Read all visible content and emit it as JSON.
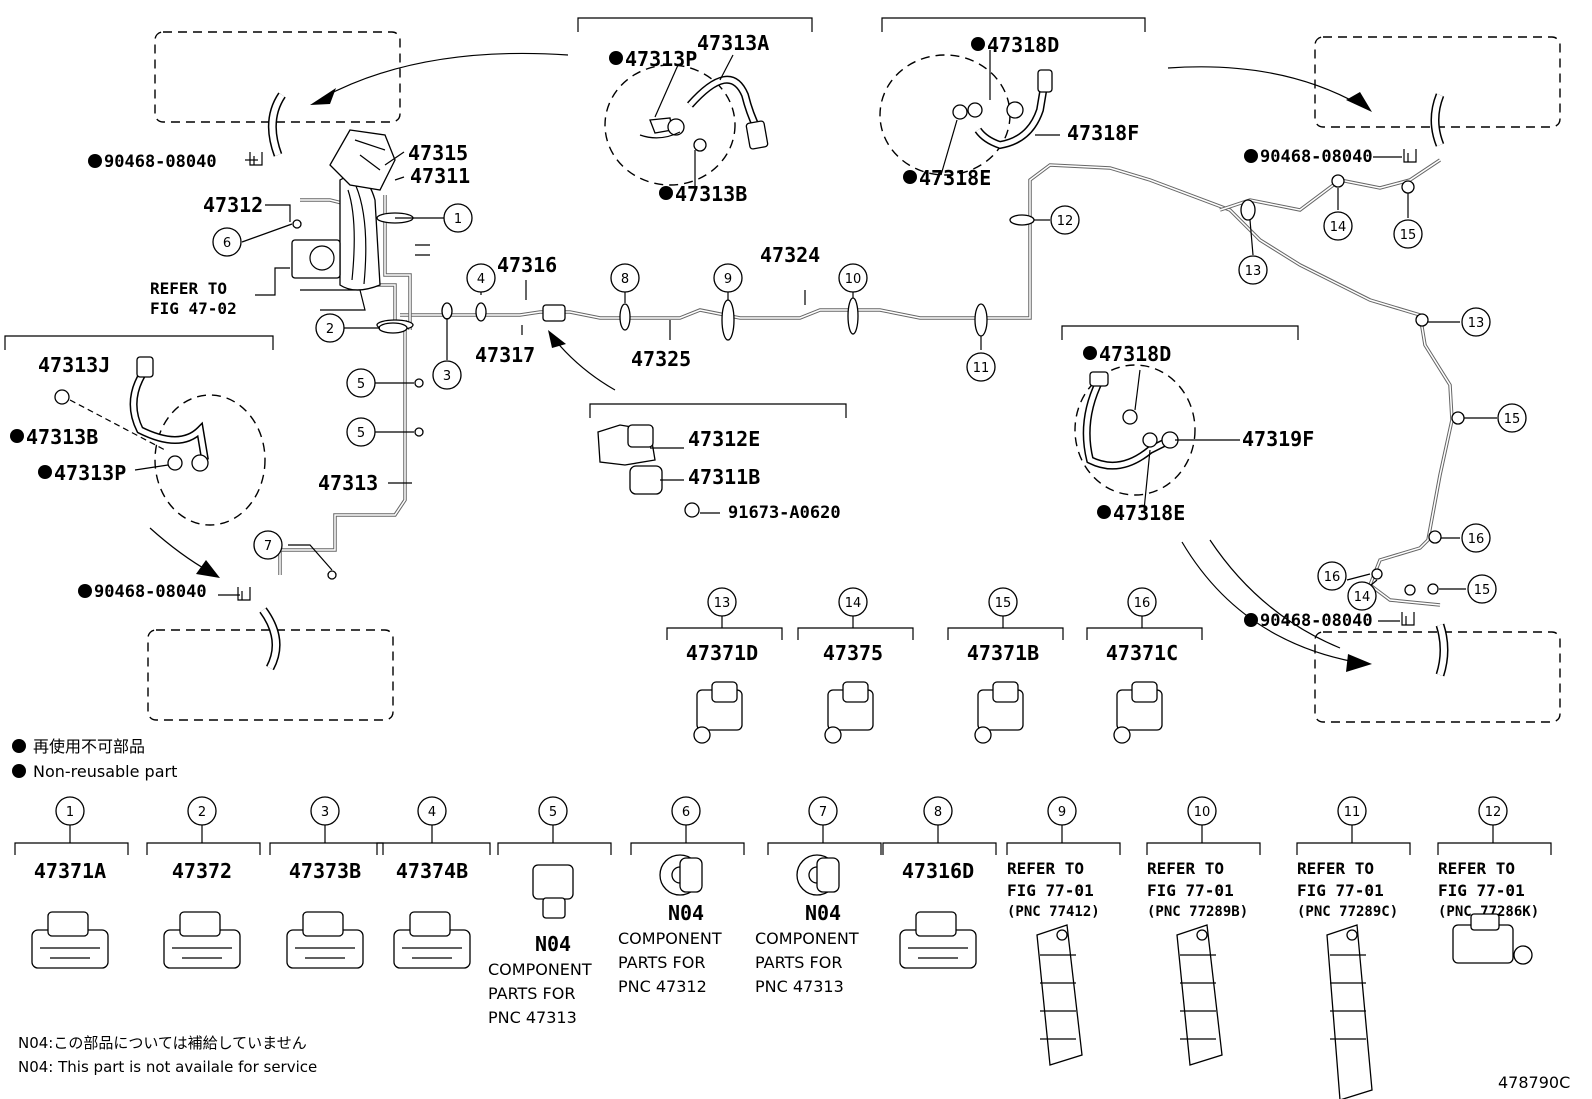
{
  "parts": {
    "p47313A": "47313A",
    "p47313P": "47313P",
    "p47313B": "47313B",
    "p47318D": "47318D",
    "p47318F": "47318F",
    "p47318E": "47318E",
    "p90468": "90468-08040",
    "p47315": "47315",
    "p47311": "47311",
    "p47312": "47312",
    "p47316": "47316",
    "p47324": "47324",
    "p47317": "47317",
    "p47325": "47325",
    "p47313J": "47313J",
    "p47313": "47313",
    "p47312E": "47312E",
    "p47311B": "47311B",
    "p91673": "91673-A0620",
    "p47319F": "47319F",
    "refer1": "REFER TO",
    "refer2": "FIG 47-02"
  },
  "callouts": [
    "1",
    "2",
    "3",
    "4",
    "5",
    "6",
    "7",
    "8",
    "9",
    "10",
    "11",
    "12",
    "13",
    "14",
    "15",
    "16"
  ],
  "clips_top": [
    {
      "num": "13",
      "pn": "47371D"
    },
    {
      "num": "14",
      "pn": "47375"
    },
    {
      "num": "15",
      "pn": "47371B"
    },
    {
      "num": "16",
      "pn": "47371C"
    }
  ],
  "clips_bottom": [
    {
      "num": "1",
      "pn": "47371A"
    },
    {
      "num": "2",
      "pn": "47372"
    },
    {
      "num": "3",
      "pn": "47373B"
    },
    {
      "num": "4",
      "pn": "47374B"
    },
    {
      "num": "5",
      "code": "N04",
      "l1": "COMPONENT",
      "l2": "PARTS FOR",
      "l3": "PNC 47313"
    },
    {
      "num": "6",
      "code": "N04",
      "l1": "COMPONENT",
      "l2": "PARTS FOR",
      "l3": "PNC 47312"
    },
    {
      "num": "7",
      "code": "N04",
      "l1": "COMPONENT",
      "l2": "PARTS FOR",
      "l3": "PNC 47313"
    },
    {
      "num": "8",
      "pn": "47316D"
    },
    {
      "num": "9",
      "r1": "REFER TO",
      "r2": "FIG 77-01",
      "r3": "(PNC 77412)"
    },
    {
      "num": "10",
      "r1": "REFER TO",
      "r2": "FIG 77-01",
      "r3": "(PNC 77289B)"
    },
    {
      "num": "11",
      "r1": "REFER TO",
      "r2": "FIG 77-01",
      "r3": "(PNC 77289C)"
    },
    {
      "num": "12",
      "r1": "REFER TO",
      "r2": "FIG 77-01",
      "r3": "(PNC 77286K)"
    }
  ],
  "legend": {
    "jp": "再使用不可部品",
    "en": "Non-reusable part"
  },
  "notes": {
    "jp": "N04:この部品については補給していません",
    "en": "N04: This part is not availale for service"
  },
  "figure_id": "478790C"
}
